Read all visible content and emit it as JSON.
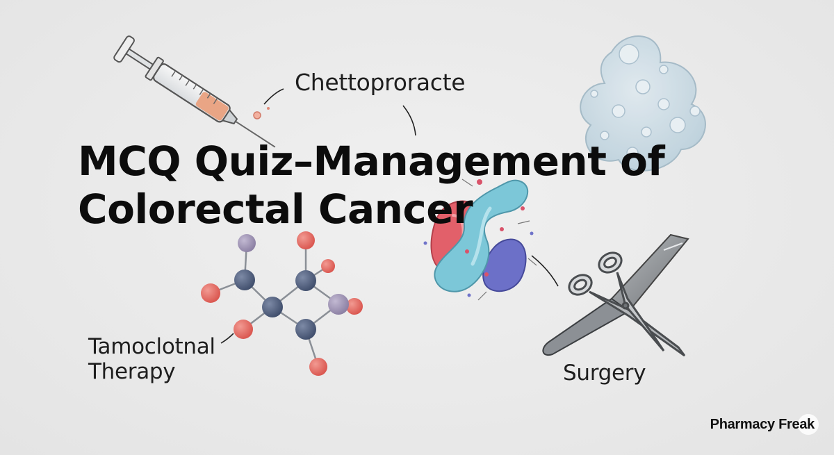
{
  "title": {
    "line1": "MCQ Quiz–Management of",
    "line2": "Colorectal Cancer"
  },
  "labels": {
    "chemo": "Chettoproracte",
    "therapy_line1": "Tamoclotnal",
    "therapy_line2": "Therapy",
    "surgery": "Surgery"
  },
  "brand": {
    "name": "Pharmacy Freak"
  },
  "illustrations": [
    "syringe-icon",
    "tumor-cell-icon",
    "bacteria-icon",
    "molecule-icon",
    "scissors-icon",
    "scalpel-icon"
  ],
  "colors": {
    "background": "#ebebeb",
    "title": "#0c0c0c",
    "molecule_red": "#e0655e",
    "molecule_navy": "#4f5f7e",
    "molecule_purple": "#9a8fae",
    "bacteria_red": "#e25a63",
    "bacteria_teal": "#7cc7d8",
    "bacteria_purple": "#6b6fc9"
  }
}
